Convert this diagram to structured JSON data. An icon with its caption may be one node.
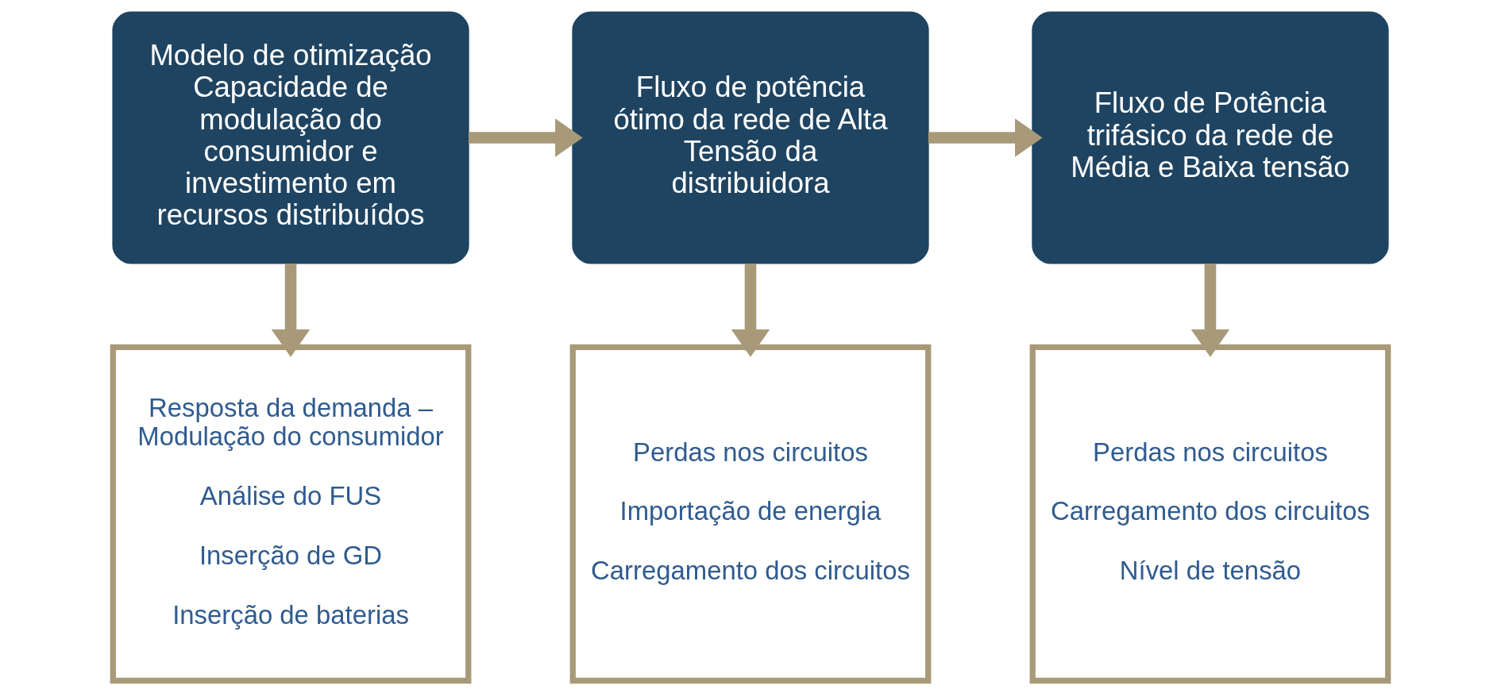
{
  "diagram": {
    "nodes": [
      {
        "text": [
          "Modelo de otimização",
          "Capacidade de modulação do consumidor e investimento em recursos distribuídos"
        ]
      },
      {
        "text": [
          "Fluxo de potência ótimo da rede de Alta Tensão da distribuidora"
        ]
      },
      {
        "text": [
          "Fluxo de Potência trifásico da rede de Média e Baixa tensão"
        ]
      },
      {
        "text": [
          "Resposta da demanda – Modulação do consumidor",
          "Análise do FUS",
          "Inserção de GD",
          "Inserção de baterias"
        ]
      },
      {
        "text": [
          "Perdas nos circuitos",
          "Importação de energia",
          "Carregamento dos circuitos"
        ]
      },
      {
        "text": [
          "Perdas nos circuitos",
          "Carregamento dos circuitos",
          "Nível de tensão"
        ]
      }
    ],
    "edges": [
      {
        "from": 0,
        "to": 1,
        "arrow": "to"
      },
      {
        "from": 1,
        "to": 2,
        "arrow": "to"
      },
      {
        "from": 0,
        "to": 3,
        "arrow": "to"
      },
      {
        "from": 1,
        "to": 4,
        "arrow": "to"
      },
      {
        "from": 2,
        "to": 5,
        "arrow": "to"
      }
    ]
  }
}
